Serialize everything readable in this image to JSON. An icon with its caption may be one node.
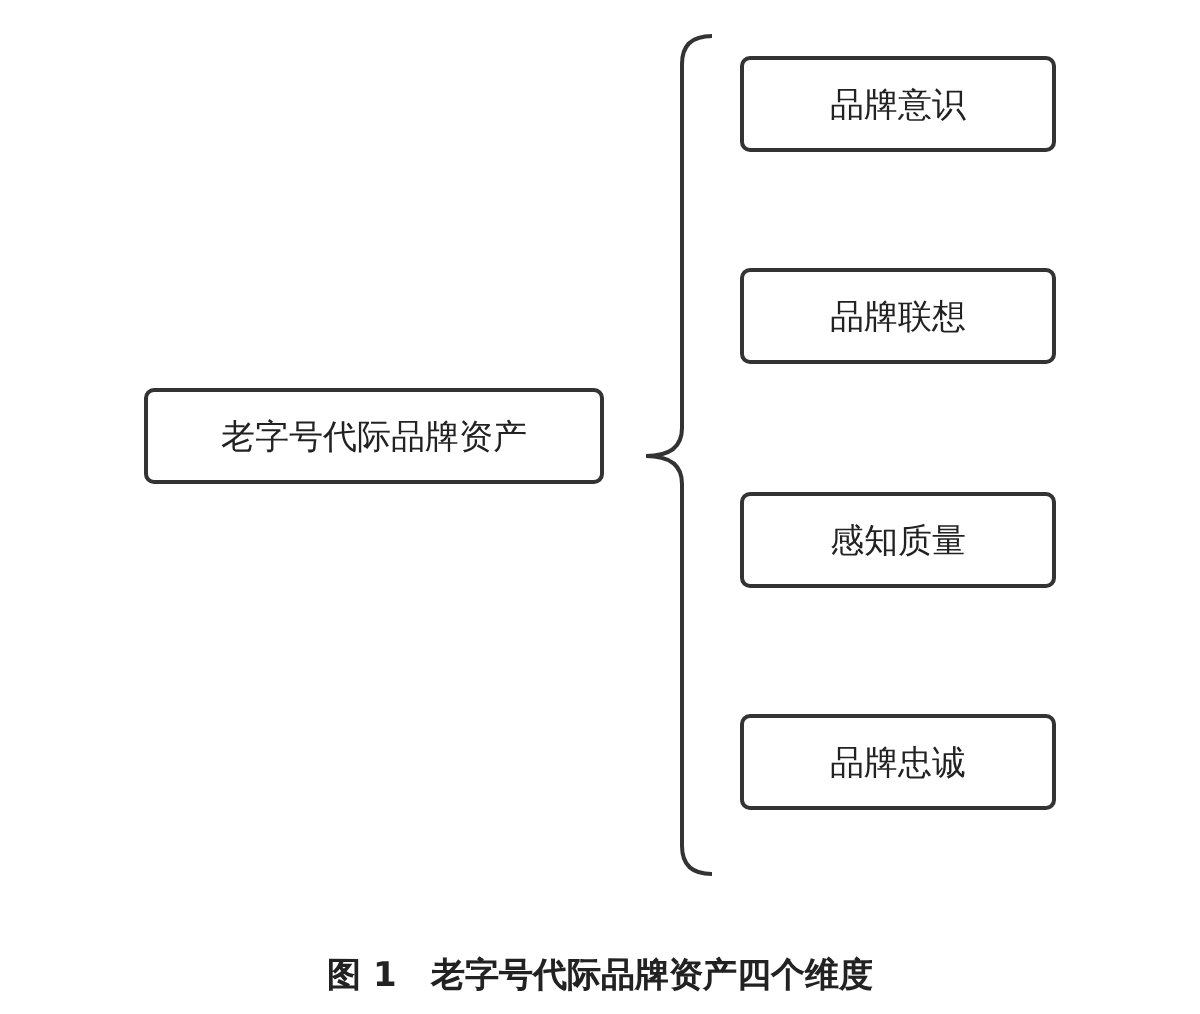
{
  "diagram": {
    "caption": "图 1　老字号代际品牌资产四个维度",
    "nodes": [
      {
        "text": [
          "老字号代际品牌资产"
        ]
      },
      {
        "text": [
          "品牌意识"
        ]
      },
      {
        "text": [
          "品牌联想"
        ]
      },
      {
        "text": [
          "感知质量"
        ]
      },
      {
        "text": [
          "品牌忠诚"
        ]
      }
    ],
    "edges": []
  }
}
